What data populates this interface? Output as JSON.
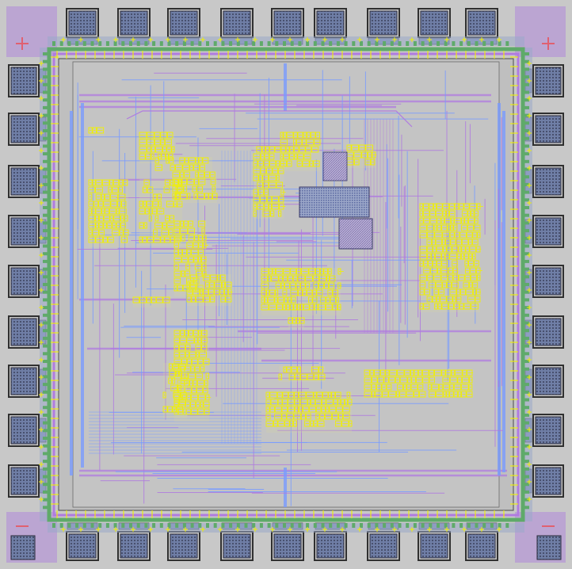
{
  "layout_view": {
    "colors": {
      "background": "#c8c8c8",
      "core_outline": "#4a4a4a",
      "metal1": "#7a9cff",
      "metal2": "#b07be0",
      "cell_fill": "#e8e84a",
      "cell_mark": "#f0f000",
      "pad_frame": "#303030",
      "pad_inner": "#5a6a9a",
      "ring_green": "#5faa6a",
      "corner_fill": "#b596d6",
      "cross_mark": "#e06070"
    },
    "corner_marks": [
      "plus",
      "plus",
      "minus",
      "minus"
    ]
  }
}
